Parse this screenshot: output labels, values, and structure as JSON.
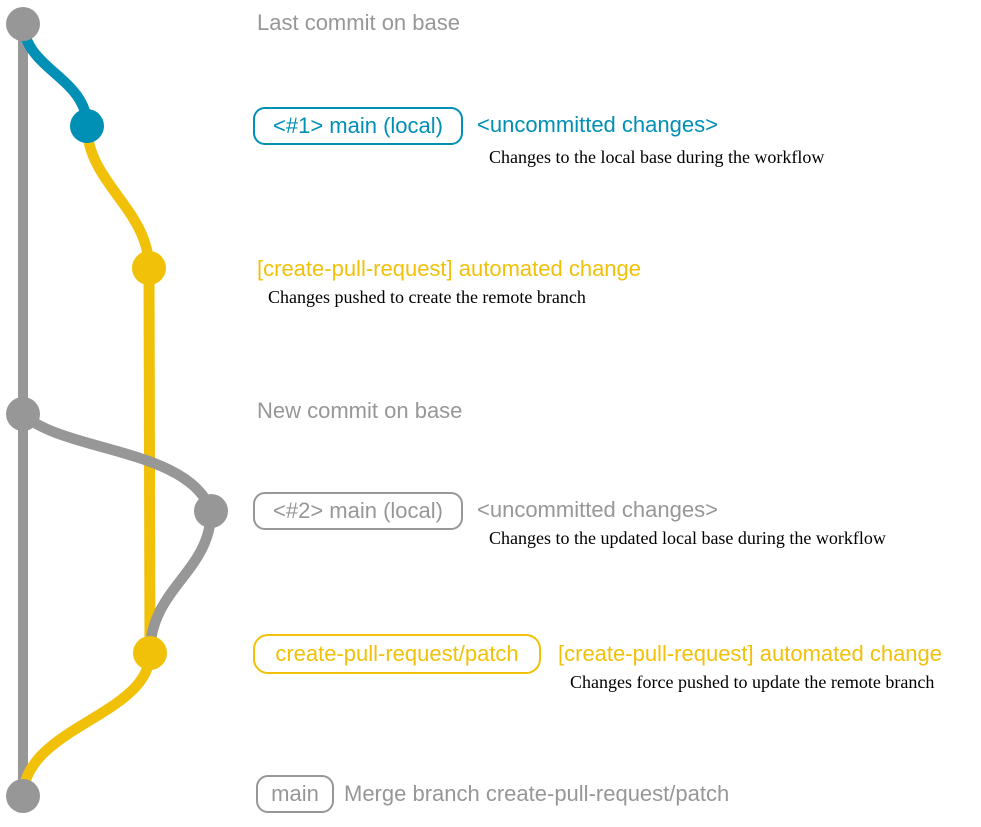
{
  "colors": {
    "gray": "#979797",
    "blue": "#008fb5",
    "yellow": "#f1c109",
    "description_text": "#000000",
    "background": "#ffffff"
  },
  "graph": {
    "branches": [
      {
        "name": "base",
        "color": "gray"
      },
      {
        "name": "main (local)",
        "color": "blue"
      },
      {
        "name": "create-pull-request/patch",
        "color": "yellow"
      }
    ],
    "nodes": [
      {
        "id": "last-commit-on-base",
        "color": "gray"
      },
      {
        "id": "main-local-1",
        "color": "blue"
      },
      {
        "id": "automated-change-1",
        "color": "yellow"
      },
      {
        "id": "new-commit-on-base",
        "color": "gray"
      },
      {
        "id": "main-local-2",
        "color": "gray"
      },
      {
        "id": "automated-change-2",
        "color": "yellow"
      },
      {
        "id": "merge-commit",
        "color": "gray"
      }
    ]
  },
  "annotations": {
    "row1": {
      "label": "Last commit on base"
    },
    "row2": {
      "tag": "<#1> main (local)",
      "note": "<uncommitted changes>",
      "description": "Changes to the local base during the workflow"
    },
    "row3": {
      "label": "[create-pull-request] automated change",
      "description": "Changes pushed to create the remote branch"
    },
    "row4": {
      "label": "New commit on base"
    },
    "row5": {
      "tag": "<#2> main (local)",
      "note": "<uncommitted changes>",
      "description": "Changes to the updated local base during the workflow"
    },
    "row6": {
      "tag": "create-pull-request/patch",
      "label": "[create-pull-request] automated change",
      "description": "Changes force pushed to update the remote branch"
    },
    "row7": {
      "tag": "main",
      "label": "Merge branch create-pull-request/patch"
    }
  }
}
